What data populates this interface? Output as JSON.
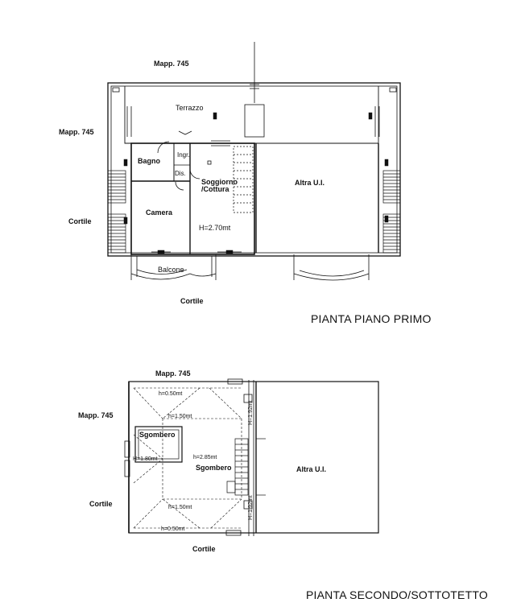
{
  "floor1": {
    "title": "PIANTA PIANO PRIMO",
    "mapp_top": "Mapp. 745",
    "mapp_left": "Mapp. 745",
    "terrazzo": "Terrazzo",
    "bagno": "Bagno",
    "ingr": "Ingr.",
    "dis": "Dis.",
    "soggiorno": "Soggiorno",
    "cottura": "/Cottura",
    "camera": "Camera",
    "altra": "Altra U.I.",
    "height": "H=2.70mt",
    "balcone": "Balcone",
    "cortile_left": "Cortile",
    "cortile_bottom": "Cortile"
  },
  "floor2": {
    "title": "PIANTA SECONDO/SOTTOTETTO",
    "mapp_top": "Mapp. 745",
    "mapp_left": "Mapp. 745",
    "sgombero1": "Sgombero",
    "sgombero2": "Sgombero",
    "altra": "Altra U.I.",
    "h_050_top": "h=0.50mt",
    "h_150_top": "h=1.50mt",
    "h_180": "H=1.80mt",
    "h_285": "h=2.85mt",
    "h_150_bottom": "h=1.50mt",
    "h_050_bottom": "h=0.50mt",
    "h_192_top": "H=1.92mt",
    "h_192_bottom": "H=1.92mt",
    "cortile_left": "Cortile",
    "cortile_bottom": "Cortile"
  }
}
